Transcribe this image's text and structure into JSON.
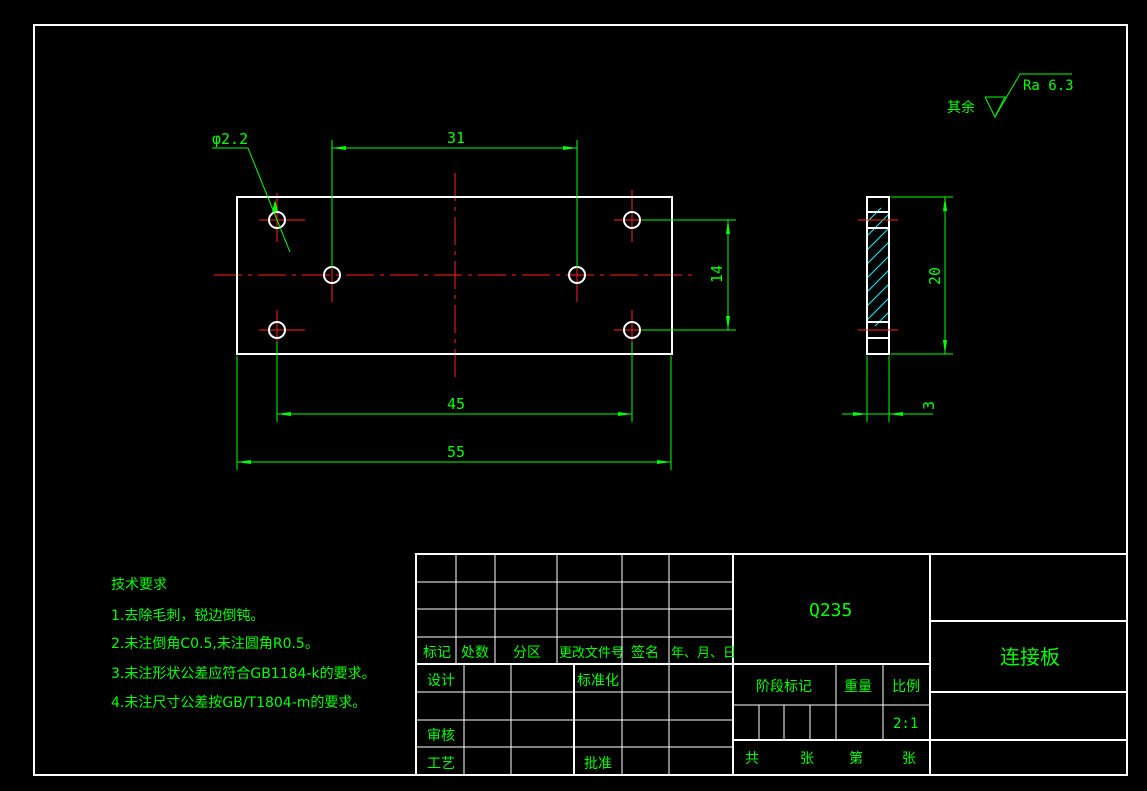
{
  "colors": {
    "background": "#000000",
    "outline": "#ffffff",
    "dimension": "#00ff00",
    "center_line": "#ff2020",
    "hatch": "#00ffff",
    "text": "#00ff00"
  },
  "surface_finish": {
    "prefix": "其余",
    "value": "Ra 6.3"
  },
  "dimensions": {
    "hole_diameter": "φ2.2",
    "inner_hole_span": "31",
    "outer_hole_span": "45",
    "overall_length": "55",
    "hole_vertical_span": "14",
    "plate_height": "20",
    "plate_thickness": "3"
  },
  "technical_requirements": {
    "title": "技术要求",
    "items": [
      "1.去除毛刺，锐边倒钝。",
      "2.未注倒角C0.5,未注圆角R0.5。",
      "3.未注形状公差应符合GB1184-k的要求。",
      "4.未注尺寸公差按GB/T1804-m的要求。"
    ]
  },
  "title_block": {
    "material": "Q235",
    "part_name": "连接板",
    "revision_headers": [
      "标记",
      "处数",
      "分区",
      "更改文件号",
      "签名",
      "年、月、日"
    ],
    "design": "设计",
    "standardization": "标准化",
    "review": "审核",
    "process": "工艺",
    "approve": "批准",
    "stage_mark": "阶段标记",
    "weight": "重量",
    "scale_label": "比例",
    "scale_value": "2:1",
    "total": "共",
    "sheets": "张",
    "sheet_no": "第",
    "sheet_suffix": "张"
  }
}
